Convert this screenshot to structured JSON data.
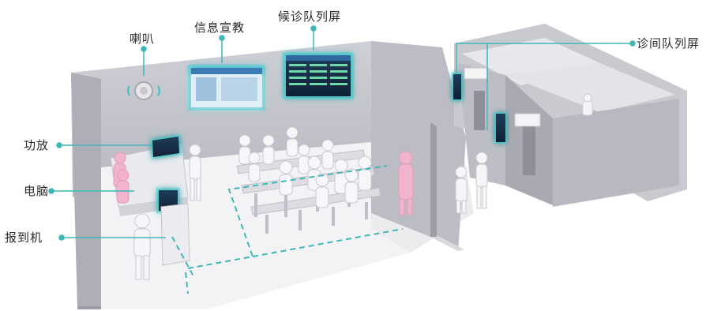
{
  "diagram": {
    "labels": {
      "speaker": "喇叭",
      "info_display": "信息宣教",
      "waiting_queue_screen": "候诊队列屏",
      "clinic_queue_screen": "诊间队列屏",
      "amplifier": "功放",
      "computer": "电脑",
      "check_in_kiosk": "报到机"
    },
    "accent_color": "#2fb8b8",
    "wall_color": "#c4c4cc",
    "floor_color": "#f2f2f4"
  }
}
